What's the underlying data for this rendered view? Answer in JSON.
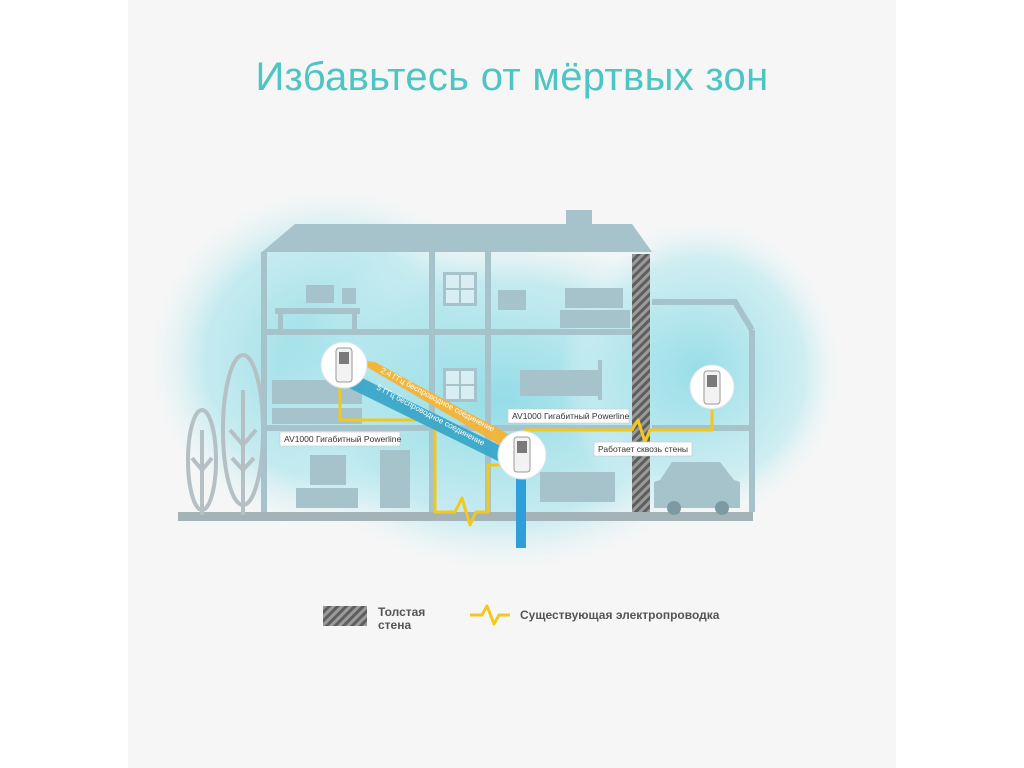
{
  "title": "Избавьтесь от мёртвых зон",
  "labels": {
    "powerline_left": "AV1000 Гигабитный Powerline",
    "powerline_center": "AV1000 Гигабитный Powerline",
    "through_walls": "Работает сквозь стены",
    "band_24": "2.4 ГГц беспроводное соединение",
    "band_5": "5 ГГц беспроводное соединение"
  },
  "legend": {
    "wall_line1": "Толстая",
    "wall_line2": "стена",
    "wiring": "Существующая электропроводка"
  },
  "colors": {
    "title": "#4cc5c3",
    "wiring": "#f2c81e",
    "band_24": "#f5b335",
    "band_5": "#3aa7c9",
    "wall": "#777777",
    "signal": "#bfeaf0",
    "house": "#a7c4cc"
  }
}
